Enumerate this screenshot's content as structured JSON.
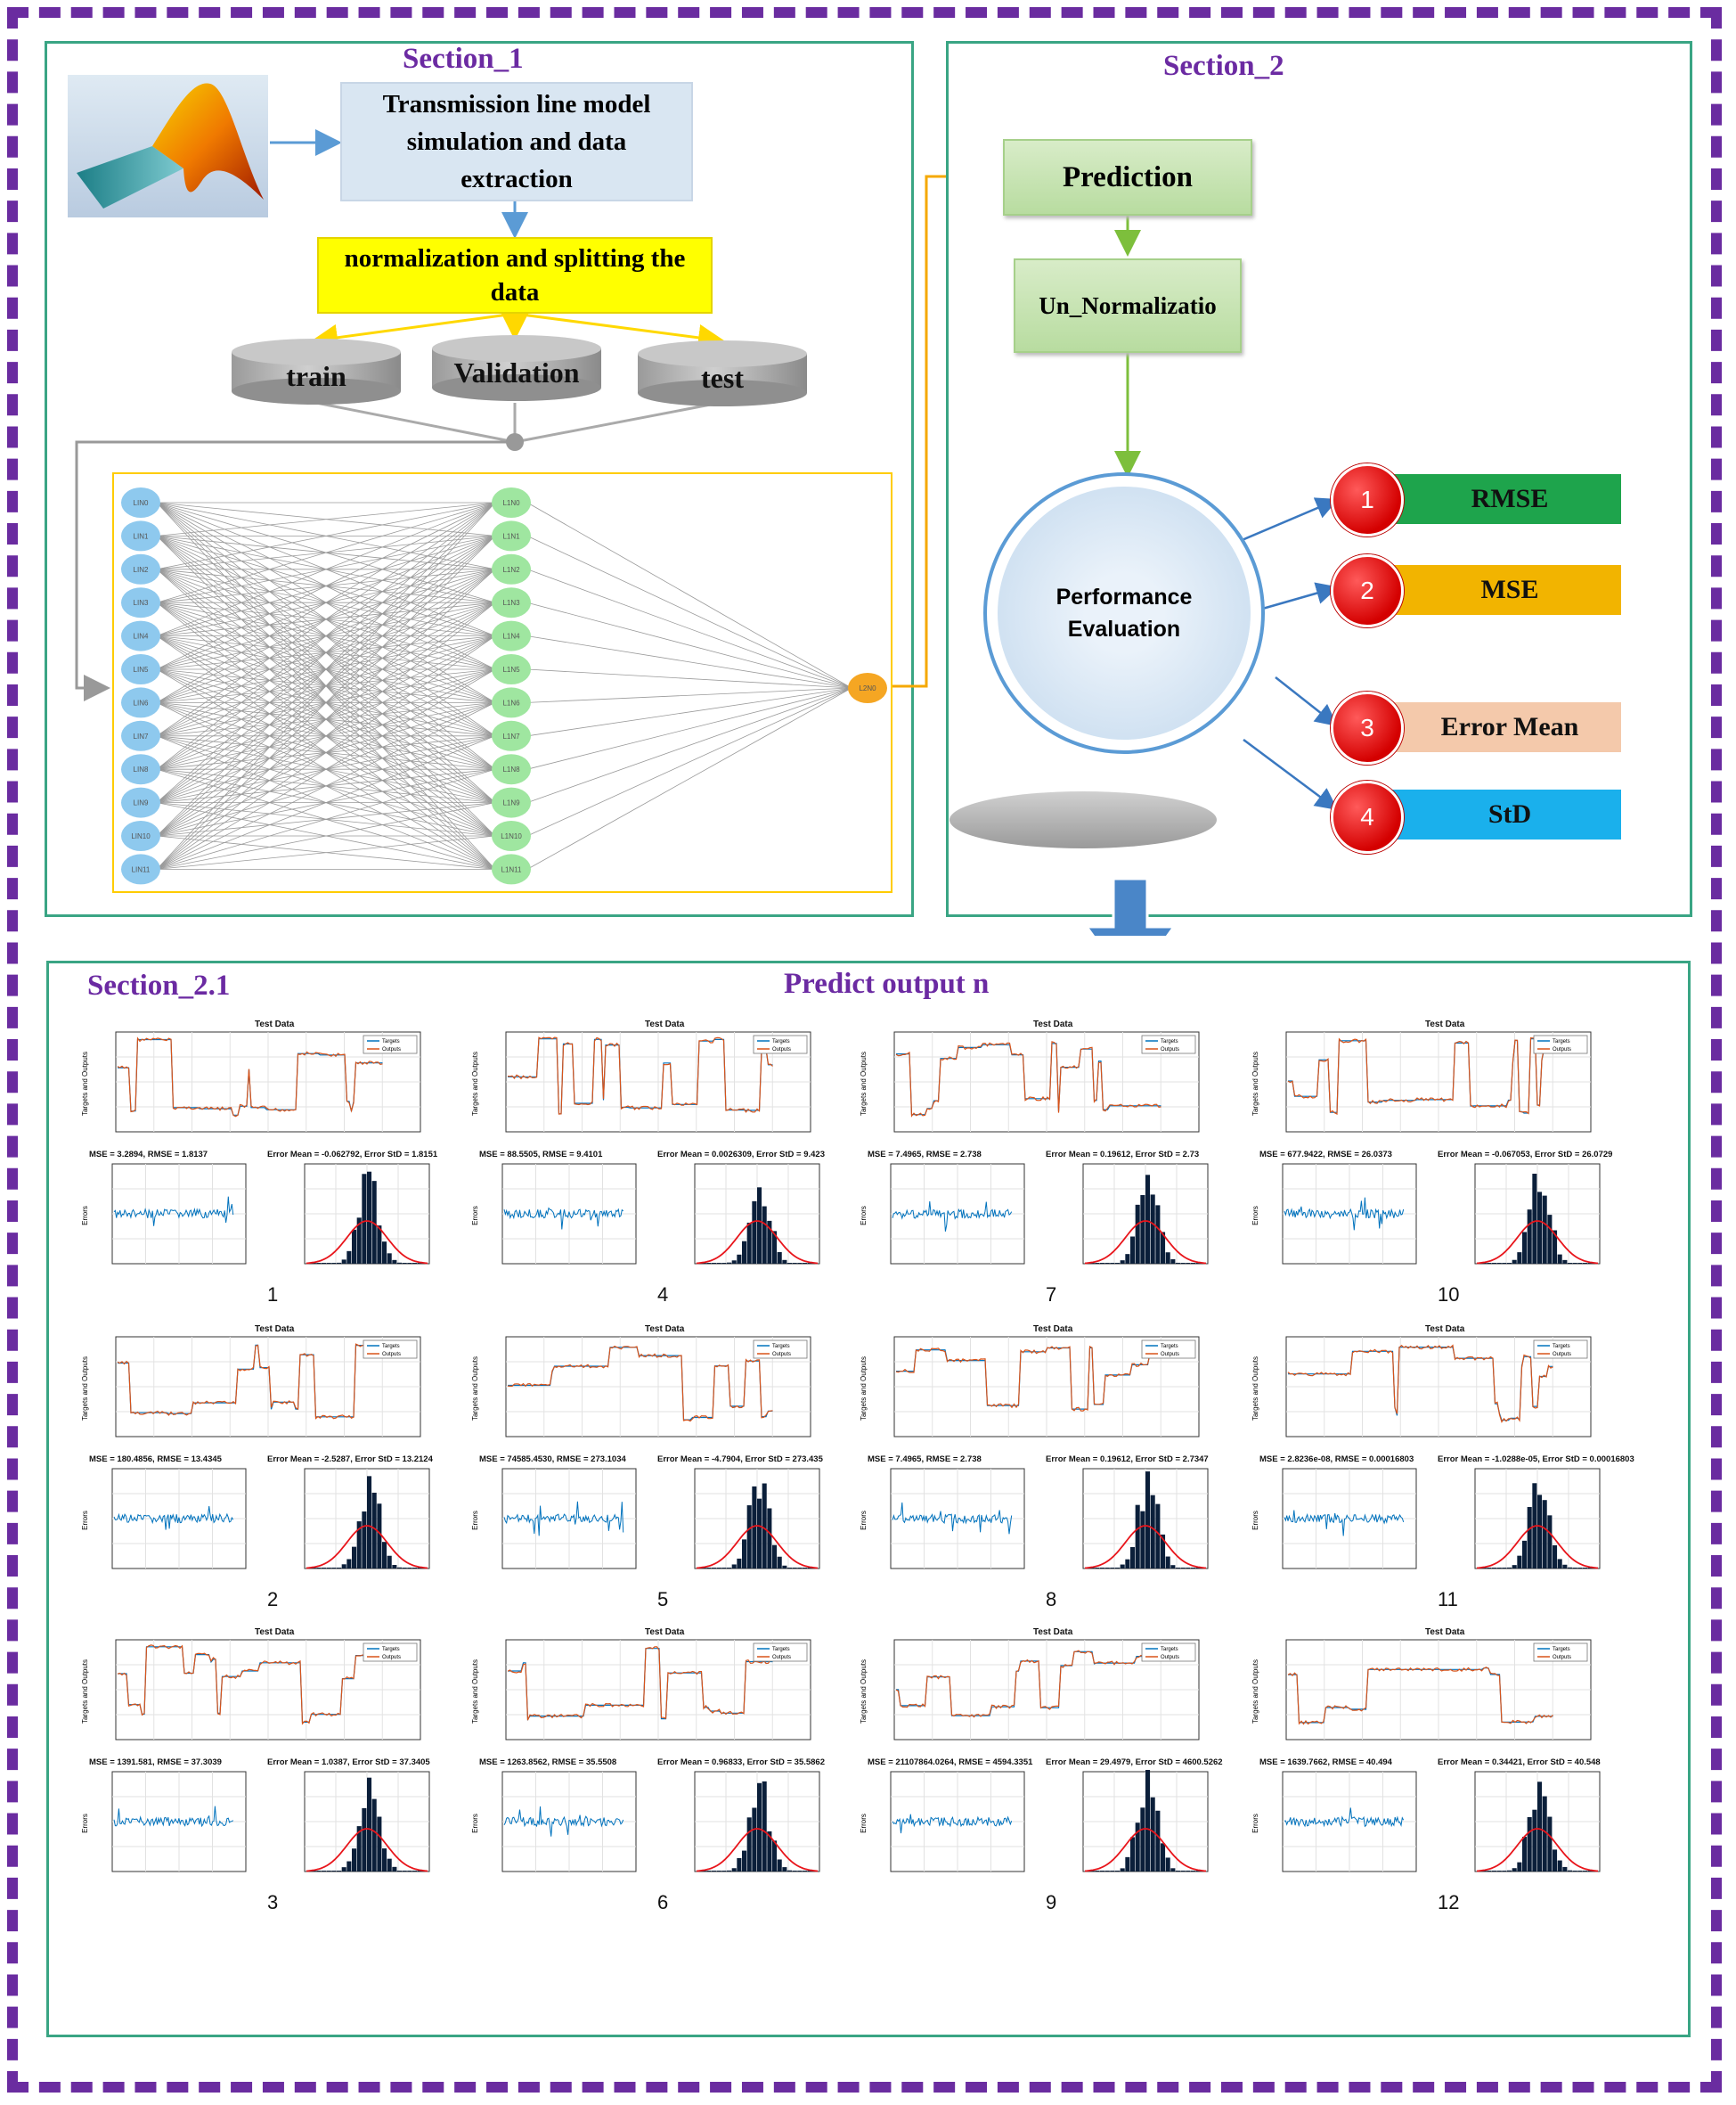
{
  "section1": {
    "title": "Section_1",
    "sim_box": "Transmission line model simulation and data extraction",
    "norm_box": "normalization and splitting the data",
    "cylinders": [
      "train",
      "Validation",
      "test"
    ],
    "nn": {
      "input_nodes": [
        "LIN0",
        "LIN1",
        "LIN2",
        "LIN3",
        "LIN4",
        "LIN5",
        "LIN6",
        "LIN7",
        "LIN8",
        "LIN9",
        "LIN10",
        "LIN11"
      ],
      "hidden_nodes": [
        "L1N0",
        "L1N1",
        "L1N2",
        "L1N3",
        "L1N4",
        "L1N5",
        "L1N6",
        "L1N7",
        "L1N8",
        "L1N9",
        "L1N10",
        "L1N11"
      ],
      "output_node": "L2N0"
    }
  },
  "section2": {
    "title": "Section_2",
    "prediction": "Prediction",
    "unnorm": "Un_Normalizatio",
    "performance": "Performance Evaluation",
    "metrics": [
      {
        "num": "1",
        "label": "RMSE",
        "color": "#1ea44c"
      },
      {
        "num": "2",
        "label": "MSE",
        "color": "#f2b400"
      },
      {
        "num": "3",
        "label": "Error Mean",
        "color": "#f4c9ab"
      },
      {
        "num": "4",
        "label": "StD",
        "color": "#1ab0ec"
      }
    ]
  },
  "section21": {
    "title": "Section_2.1",
    "subtitle": "Predict output n",
    "plots": [
      {
        "n": "1",
        "ttl": "Test Data",
        "mse": "MSE = 3.2894, RMSE = 1.8137",
        "err": "Error Mean = -0.062792, Error StD = 1.8151"
      },
      {
        "n": "4",
        "ttl": "Test Data",
        "mse": "MSE = 88.5505, RMSE = 9.4101",
        "err": "Error Mean = 0.0026309, Error StD = 9.423"
      },
      {
        "n": "7",
        "ttl": "Test Data",
        "mse": "MSE = 7.4965, RMSE = 2.738",
        "err": "Error Mean = 0.19612, Error StD = 2.73"
      },
      {
        "n": "10",
        "ttl": "Test Data",
        "mse": "MSE = 677.9422, RMSE = 26.0373",
        "err": "Error Mean = -0.067053, Error StD = 26.0729"
      },
      {
        "n": "2",
        "ttl": "Test Data",
        "mse": "MSE = 180.4856, RMSE = 13.4345",
        "err": "Error Mean = -2.5287, Error StD = 13.2124"
      },
      {
        "n": "5",
        "ttl": "Test Data",
        "mse": "MSE = 74585.4530, RMSE = 273.1034",
        "err": "Error Mean = -4.7904, Error StD = 273.435"
      },
      {
        "n": "8",
        "ttl": "Test Data",
        "mse": "MSE = 7.4965, RMSE = 2.738",
        "err": "Error Mean = 0.19612, Error StD = 2.7347"
      },
      {
        "n": "11",
        "ttl": "Test Data",
        "mse": "MSE = 2.8236e-08, RMSE = 0.00016803",
        "err": "Error Mean = -1.0288e-05, Error StD = 0.00016803"
      },
      {
        "n": "3",
        "ttl": "Test Data",
        "mse": "MSE = 1391.581, RMSE = 37.3039",
        "err": "Error Mean = 1.0387, Error StD = 37.3405"
      },
      {
        "n": "6",
        "ttl": "Test Data",
        "mse": "MSE = 1263.8562, RMSE = 35.5508",
        "err": "Error Mean = 0.96833, Error StD = 35.5862"
      },
      {
        "n": "9",
        "ttl": "Test Data",
        "mse": "MSE = 21107864.0264, RMSE = 4594.3351",
        "err": "Error Mean = 29.4979, Error StD = 4600.5262"
      },
      {
        "n": "12",
        "ttl": "Test Data",
        "mse": "MSE = 1639.7662, RMSE = 40.494",
        "err": "Error Mean = 0.34421, Error StD = 40.548"
      }
    ],
    "legend": [
      "Targets",
      "Outputs"
    ],
    "y_labels": {
      "top": "Targets and Outputs",
      "bottom": "Errors"
    }
  }
}
